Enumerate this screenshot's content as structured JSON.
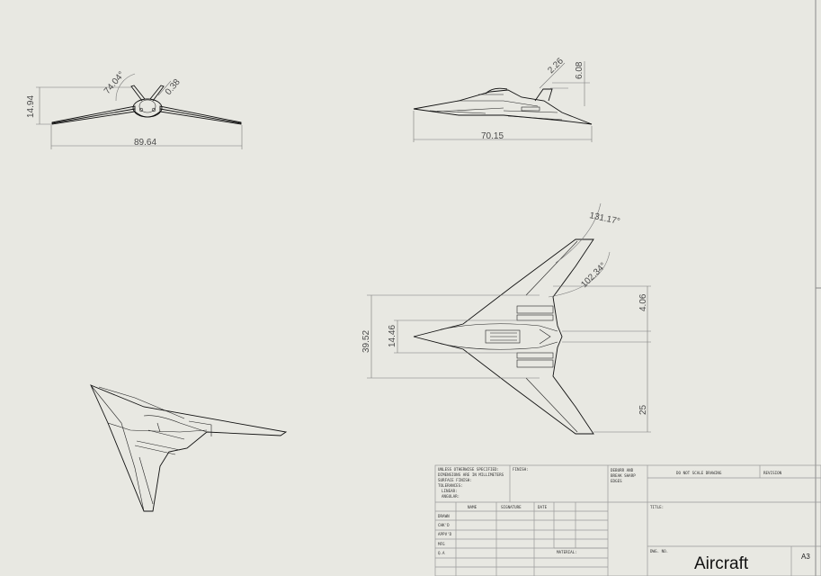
{
  "front_view": {
    "height": "14.94",
    "angle": "74.04°",
    "offset": "0.38",
    "span": "89.64"
  },
  "side_view": {
    "offset": "2.26",
    "height": "6.08",
    "length": "70.15"
  },
  "top_view": {
    "sweep_outer": "131.17°",
    "sweep_inner": "102.34°",
    "overall": "39.52",
    "fuselage": "14.46",
    "offset": "4.06",
    "tip": "25"
  },
  "title_block": {
    "notes": [
      "UNLESS OTHERWISE SPECIFIED:",
      "DIMENSIONS ARE IN MILLIMETERS",
      "SURFACE FINISH:",
      "TOLERANCES:",
      "LINEAR:",
      "ANGULAR:"
    ],
    "finish": "FINISH:",
    "deburr": [
      "DEBURR AND",
      "BREAK SHARP",
      "EDGES"
    ],
    "no_scale": "DO NOT SCALE DRAWING",
    "revision": "REVISION",
    "col_name": "NAME",
    "col_signature": "SIGNATURE",
    "col_date": "DATE",
    "row_drawn": "DRAWN",
    "row_chkd": "CHK'D",
    "row_appvd": "APPV'D",
    "row_mfg": "MFG",
    "row_qa": "Q.A",
    "title_label": "TITLE:",
    "material": "MATERIAL:",
    "dwg_no": "DWG. NO.",
    "drawing_title": "Aircraft",
    "size": "A3"
  }
}
